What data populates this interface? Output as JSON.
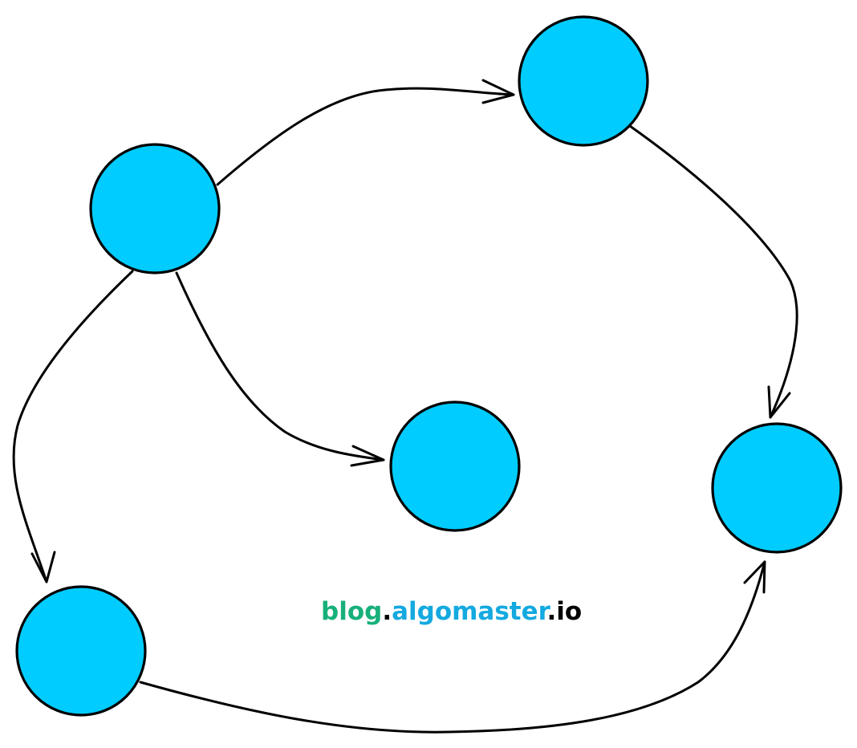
{
  "colors": {
    "node_fill": "#00CCFF",
    "stroke": "#000000",
    "background": "#FFFFFF",
    "watermark_blog": "#17B07A",
    "watermark_dot": "#000000",
    "watermark_algomaster": "#14A9E0",
    "watermark_io": "#000000"
  },
  "nodes": [
    "node-a",
    "node-b",
    "node-c",
    "node-d",
    "node-e"
  ],
  "edges": [
    {
      "from": "node-a",
      "to": "node-b"
    },
    {
      "from": "node-a",
      "to": "node-c"
    },
    {
      "from": "node-a",
      "to": "node-e"
    },
    {
      "from": "node-b",
      "to": "node-d"
    },
    {
      "from": "node-e",
      "to": "node-d"
    }
  ],
  "watermark": {
    "part1": "blog",
    "dot1": ".",
    "part2": "algomaster",
    "dot2": ".",
    "part3": "io"
  }
}
